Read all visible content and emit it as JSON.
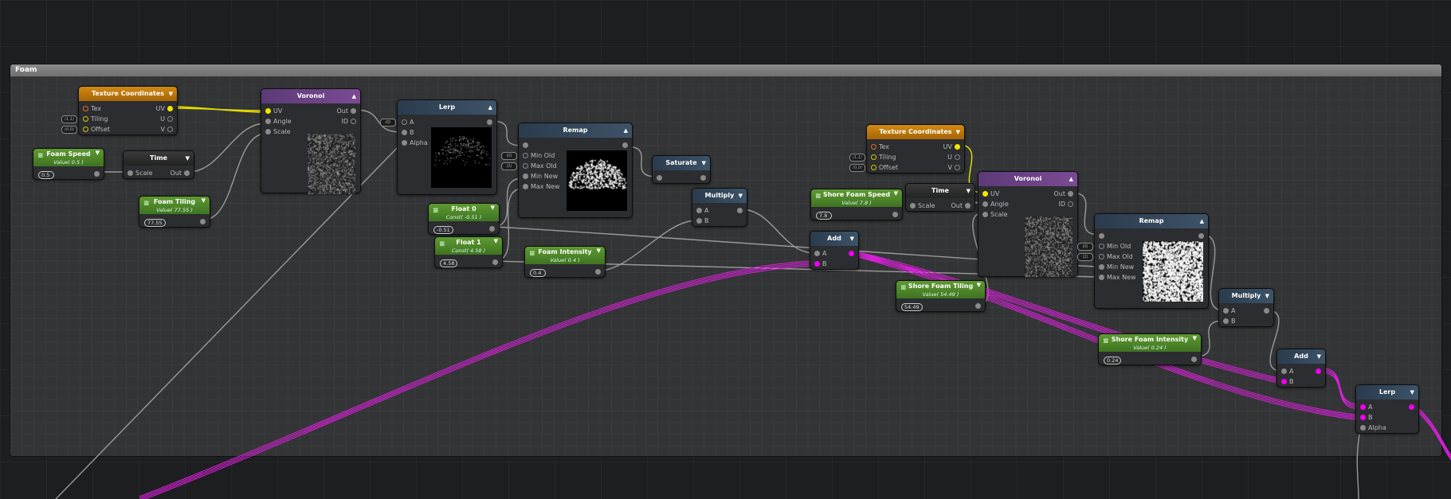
{
  "group": {
    "title": "Foam"
  },
  "nodes": [
    {
      "id": "texcoord1",
      "title": "Texture Coordinates",
      "header": "orange",
      "toggle": "down",
      "rows": [
        {
          "in": "Tex",
          "in_pin": "ring-orange",
          "out": "UV",
          "out_pin": "yellow"
        },
        {
          "in": "Tiling",
          "in_pin": "ring-yellow",
          "default": "(1,1)",
          "out": "U",
          "out_pin": "ring"
        },
        {
          "in": "Offset",
          "in_pin": "ring-yellow",
          "default": "(0,0)",
          "out": "V",
          "out_pin": "ring"
        }
      ]
    },
    {
      "id": "foamspeed",
      "title": "Foam Speed",
      "subtitle": "Value( 0.5 )",
      "header": "green",
      "value": "0.5",
      "toggle": "down"
    },
    {
      "id": "time1",
      "title": "Time",
      "header": "dark",
      "toggle": "down",
      "rows": [
        {
          "in": "Scale",
          "in_pin": "gray",
          "out": "Out",
          "out_pin": "gray"
        }
      ]
    },
    {
      "id": "foamtiling",
      "title": "Foam Tiling",
      "subtitle": "Value( 77.55 )",
      "header": "green",
      "value": "77.55",
      "toggle": "down"
    },
    {
      "id": "voronoi1",
      "title": "Voronoi",
      "header": "purple",
      "toggle": "up",
      "preview": "noise",
      "rows": [
        {
          "in": "UV",
          "in_pin": "yellow",
          "out": "Out",
          "out_pin": "gray"
        },
        {
          "in": "Angle",
          "in_pin": "gray",
          "out": "ID",
          "out_pin": "ring"
        },
        {
          "in": "Scale",
          "in_pin": "gray"
        }
      ]
    },
    {
      "id": "lerp1",
      "title": "Lerp",
      "header": "blue",
      "toggle": "up",
      "preview": "dome-soft",
      "rows": [
        {
          "in": "A",
          "in_pin": "ring",
          "default": "(0)",
          "out": "",
          "out_pin": "gray"
        },
        {
          "in": "B",
          "in_pin": "gray"
        },
        {
          "in": "Alpha",
          "in_pin": "gray"
        }
      ]
    },
    {
      "id": "remap1",
      "title": "Remap",
      "header": "blue",
      "toggle": "up",
      "preview": "dome-hard",
      "rows": [
        {
          "in": "",
          "in_pin": "gray",
          "out": "",
          "out_pin": "gray"
        },
        {
          "in": "Min Old",
          "in_pin": "ring",
          "default": "(0)"
        },
        {
          "in": "Max Old",
          "in_pin": "ring",
          "default": "(1)"
        },
        {
          "in": "Min New",
          "in_pin": "gray"
        },
        {
          "in": "Max New",
          "in_pin": "gray"
        }
      ]
    },
    {
      "id": "float0",
      "title": "Float 0",
      "subtitle": "Const( -0.51 )",
      "header": "green",
      "value": "-0.51",
      "toggle": "down"
    },
    {
      "id": "float1",
      "title": "Float 1",
      "subtitle": "Const( 4.58 )",
      "header": "green",
      "value": "4.58",
      "toggle": "down"
    },
    {
      "id": "foamintensity",
      "title": "Foam Intensity",
      "subtitle": "Value( 0.4 )",
      "header": "green",
      "value": "0.4",
      "toggle": "down"
    },
    {
      "id": "saturate",
      "title": "Saturate",
      "header": "blue",
      "toggle": "down",
      "rows": [
        {
          "in": "",
          "in_pin": "gray",
          "out": "",
          "out_pin": "gray"
        }
      ]
    },
    {
      "id": "multiply1",
      "title": "Multiply",
      "header": "blue",
      "toggle": "down",
      "rows": [
        {
          "in": "A",
          "in_pin": "gray",
          "out": "",
          "out_pin": "gray"
        },
        {
          "in": "B",
          "in_pin": "gray"
        }
      ]
    },
    {
      "id": "add1",
      "title": "Add",
      "header": "blue",
      "toggle": "down",
      "rows": [
        {
          "in": "A",
          "in_pin": "gray",
          "out": "",
          "out_pin": "magenta"
        },
        {
          "in": "B",
          "in_pin": "magenta"
        }
      ]
    },
    {
      "id": "shorefoamspeed",
      "title": "Shore Foam Speed",
      "subtitle": "Value( 7.8 )",
      "header": "green",
      "value": "7.8",
      "toggle": "down"
    },
    {
      "id": "time2",
      "title": "Time",
      "header": "dark",
      "toggle": "down",
      "rows": [
        {
          "in": "Scale",
          "in_pin": "gray",
          "out": "Out",
          "out_pin": "gray"
        }
      ]
    },
    {
      "id": "texcoord2",
      "title": "Texture Coordinates",
      "header": "orange",
      "toggle": "down",
      "rows": [
        {
          "in": "Tex",
          "in_pin": "ring-orange",
          "out": "UV",
          "out_pin": "yellow"
        },
        {
          "in": "Tiling",
          "in_pin": "ring-yellow",
          "default": "(1,1)",
          "out": "U",
          "out_pin": "ring"
        },
        {
          "in": "Offset",
          "in_pin": "ring-yellow",
          "default": "(0,0)",
          "out": "V",
          "out_pin": "ring"
        }
      ]
    },
    {
      "id": "voronoi2",
      "title": "Voronoi",
      "header": "purple",
      "toggle": "up",
      "preview": "noise",
      "rows": [
        {
          "in": "UV",
          "in_pin": "yellow",
          "out": "Out",
          "out_pin": "gray"
        },
        {
          "in": "Angle",
          "in_pin": "gray",
          "out": "ID",
          "out_pin": "ring"
        },
        {
          "in": "Scale",
          "in_pin": "gray"
        }
      ]
    },
    {
      "id": "shorefoamtiling",
      "title": "Shore Foam Tiling",
      "subtitle": "Value( 54.49 )",
      "header": "green",
      "value": "54.49",
      "toggle": "down"
    },
    {
      "id": "remap2",
      "title": "Remap",
      "header": "blue",
      "toggle": "up",
      "preview": "noise-hard",
      "rows": [
        {
          "in": "",
          "in_pin": "gray",
          "out": "",
          "out_pin": "gray"
        },
        {
          "in": "Min Old",
          "in_pin": "ring",
          "default": "(0)"
        },
        {
          "in": "Max Old",
          "in_pin": "ring",
          "default": "(1)"
        },
        {
          "in": "Min New",
          "in_pin": "gray"
        },
        {
          "in": "Max New",
          "in_pin": "gray"
        }
      ]
    },
    {
      "id": "multiply2",
      "title": "Multiply",
      "header": "blue",
      "toggle": "down",
      "rows": [
        {
          "in": "A",
          "in_pin": "gray",
          "out": "",
          "out_pin": "gray"
        },
        {
          "in": "B",
          "in_pin": "gray"
        }
      ]
    },
    {
      "id": "shorefoamintensity",
      "title": "Shore Foam Intensity",
      "subtitle": "Value( 0.24 )",
      "header": "green",
      "value": "0.24",
      "toggle": "down"
    },
    {
      "id": "add2",
      "title": "Add",
      "header": "blue",
      "toggle": "down",
      "rows": [
        {
          "in": "A",
          "in_pin": "gray",
          "out": "",
          "out_pin": "magenta"
        },
        {
          "in": "B",
          "in_pin": "magenta"
        }
      ]
    },
    {
      "id": "lerp2",
      "title": "Lerp",
      "header": "blue",
      "toggle": "down",
      "rows": [
        {
          "in": "A",
          "in_pin": "magenta",
          "out": "",
          "out_pin": "magenta"
        },
        {
          "in": "B",
          "in_pin": "magenta"
        },
        {
          "in": "Alpha",
          "in_pin": "gray"
        }
      ]
    }
  ],
  "colors": {
    "wire_gray": "#9a9a9a",
    "wire_yellow": "#e8e000",
    "wire_magenta": "#e020e0"
  }
}
